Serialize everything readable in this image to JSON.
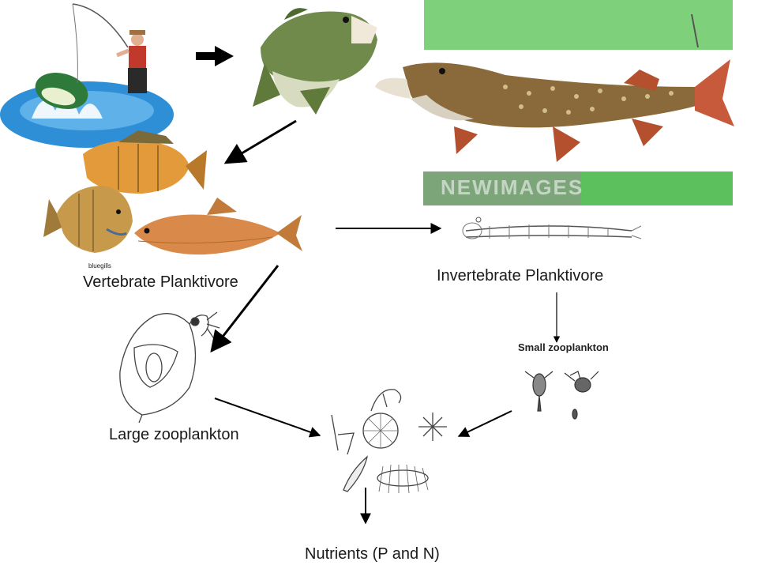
{
  "labels": {
    "vertebrate": "Vertebrate Planktivore",
    "invertebrate": "Invertebrate Planktivore",
    "large_zoo": "Large zooplankton",
    "small_zoo_caption": "Small zooplankton",
    "nutrients": "Nutrients (P and N)",
    "bluegills": "bluegills",
    "watermark": "NEWIMAGES"
  },
  "colors": {
    "water_blue": "#2f8fd6",
    "algae_green": "#5cc05c",
    "bass_green": "#6f8a4a",
    "pike_brown": "#8a6a3a",
    "sunfish_orange": "#e39a3a",
    "shiner_orange": "#d98a4a",
    "arrow": "#000000"
  }
}
